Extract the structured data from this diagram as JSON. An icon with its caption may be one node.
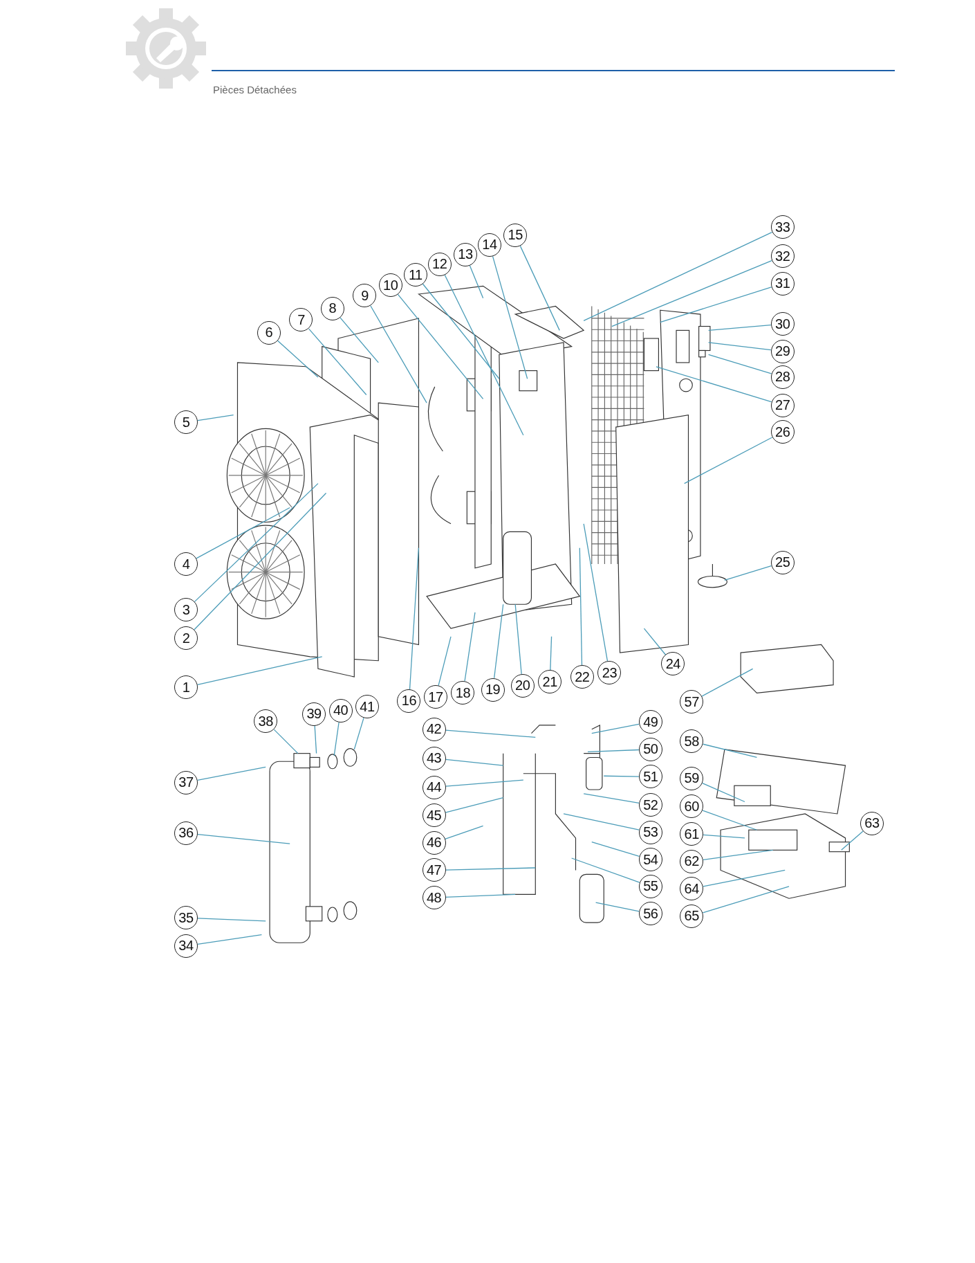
{
  "diagram": {
    "title": "Pièces Détachées",
    "nodes": [
      {
        "text": [
          "1"
        ]
      },
      {
        "text": [
          "2"
        ]
      },
      {
        "text": [
          "3"
        ]
      },
      {
        "text": [
          "4"
        ]
      },
      {
        "text": [
          "5"
        ]
      },
      {
        "text": [
          "6"
        ]
      },
      {
        "text": [
          "7"
        ]
      },
      {
        "text": [
          "8"
        ]
      },
      {
        "text": [
          "9"
        ]
      },
      {
        "text": [
          "10"
        ]
      },
      {
        "text": [
          "11"
        ]
      },
      {
        "text": [
          "12"
        ]
      },
      {
        "text": [
          "13"
        ]
      },
      {
        "text": [
          "14"
        ]
      },
      {
        "text": [
          "15"
        ]
      },
      {
        "text": [
          "16"
        ]
      },
      {
        "text": [
          "17"
        ]
      },
      {
        "text": [
          "18"
        ]
      },
      {
        "text": [
          "19"
        ]
      },
      {
        "text": [
          "20"
        ]
      },
      {
        "text": [
          "21"
        ]
      },
      {
        "text": [
          "22"
        ]
      },
      {
        "text": [
          "23"
        ]
      },
      {
        "text": [
          "24"
        ]
      },
      {
        "text": [
          "25"
        ]
      },
      {
        "text": [
          "26"
        ]
      },
      {
        "text": [
          "27"
        ]
      },
      {
        "text": [
          "28"
        ]
      },
      {
        "text": [
          "29"
        ]
      },
      {
        "text": [
          "30"
        ]
      },
      {
        "text": [
          "31"
        ]
      },
      {
        "text": [
          "32"
        ]
      },
      {
        "text": [
          "33"
        ]
      },
      {
        "text": [
          "34"
        ]
      },
      {
        "text": [
          "35"
        ]
      },
      {
        "text": [
          "36"
        ]
      },
      {
        "text": [
          "37"
        ]
      },
      {
        "text": [
          "38"
        ]
      },
      {
        "text": [
          "39"
        ]
      },
      {
        "text": [
          "40"
        ]
      },
      {
        "text": [
          "41"
        ]
      },
      {
        "text": [
          "42"
        ]
      },
      {
        "text": [
          "43"
        ]
      },
      {
        "text": [
          "44"
        ]
      },
      {
        "text": [
          "45"
        ]
      },
      {
        "text": [
          "46"
        ]
      },
      {
        "text": [
          "47"
        ]
      },
      {
        "text": [
          "48"
        ]
      },
      {
        "text": [
          "49"
        ]
      },
      {
        "text": [
          "50"
        ]
      },
      {
        "text": [
          "51"
        ]
      },
      {
        "text": [
          "52"
        ]
      },
      {
        "text": [
          "53"
        ]
      },
      {
        "text": [
          "54"
        ]
      },
      {
        "text": [
          "55"
        ]
      },
      {
        "text": [
          "56"
        ]
      },
      {
        "text": [
          "57"
        ]
      },
      {
        "text": [
          "58"
        ]
      },
      {
        "text": [
          "59"
        ]
      },
      {
        "text": [
          "60"
        ]
      },
      {
        "text": [
          "61"
        ]
      },
      {
        "text": [
          "62"
        ]
      },
      {
        "text": [
          "63"
        ]
      },
      {
        "text": [
          "64"
        ]
      },
      {
        "text": [
          "65"
        ]
      }
    ],
    "edges": [
      {
        "from": 0,
        "to": null,
        "arrow": "none"
      },
      {
        "from": 1,
        "to": null,
        "arrow": "none"
      },
      {
        "from": 2,
        "to": null,
        "arrow": "none"
      },
      {
        "from": 3,
        "to": null,
        "arrow": "none"
      },
      {
        "from": 4,
        "to": null,
        "arrow": "none"
      },
      {
        "from": 5,
        "to": null,
        "arrow": "none"
      },
      {
        "from": 6,
        "to": null,
        "arrow": "none"
      },
      {
        "from": 7,
        "to": null,
        "arrow": "none"
      },
      {
        "from": 8,
        "to": null,
        "arrow": "none"
      },
      {
        "from": 9,
        "to": null,
        "arrow": "none"
      },
      {
        "from": 10,
        "to": null,
        "arrow": "none"
      },
      {
        "from": 11,
        "to": null,
        "arrow": "none"
      },
      {
        "from": 12,
        "to": null,
        "arrow": "none"
      },
      {
        "from": 13,
        "to": null,
        "arrow": "none"
      },
      {
        "from": 14,
        "to": null,
        "arrow": "none"
      },
      {
        "from": 15,
        "to": null,
        "arrow": "none"
      },
      {
        "from": 16,
        "to": null,
        "arrow": "none"
      },
      {
        "from": 17,
        "to": null,
        "arrow": "none"
      },
      {
        "from": 18,
        "to": null,
        "arrow": "none"
      },
      {
        "from": 19,
        "to": null,
        "arrow": "none"
      },
      {
        "from": 20,
        "to": null,
        "arrow": "none"
      },
      {
        "from": 21,
        "to": null,
        "arrow": "none"
      },
      {
        "from": 22,
        "to": null,
        "arrow": "none"
      },
      {
        "from": 23,
        "to": null,
        "arrow": "none"
      },
      {
        "from": 24,
        "to": null,
        "arrow": "none"
      },
      {
        "from": 25,
        "to": null,
        "arrow": "none"
      },
      {
        "from": 26,
        "to": null,
        "arrow": "none"
      },
      {
        "from": 27,
        "to": null,
        "arrow": "none"
      },
      {
        "from": 28,
        "to": null,
        "arrow": "none"
      },
      {
        "from": 29,
        "to": null,
        "arrow": "none"
      },
      {
        "from": 30,
        "to": null,
        "arrow": "none"
      },
      {
        "from": 31,
        "to": null,
        "arrow": "none"
      },
      {
        "from": 32,
        "to": null,
        "arrow": "none"
      },
      {
        "from": 33,
        "to": null,
        "arrow": "none"
      },
      {
        "from": 34,
        "to": null,
        "arrow": "none"
      },
      {
        "from": 35,
        "to": null,
        "arrow": "none"
      },
      {
        "from": 36,
        "to": null,
        "arrow": "none"
      },
      {
        "from": 37,
        "to": null,
        "arrow": "none"
      },
      {
        "from": 38,
        "to": null,
        "arrow": "none"
      },
      {
        "from": 39,
        "to": null,
        "arrow": "none"
      },
      {
        "from": 40,
        "to": null,
        "arrow": "none"
      },
      {
        "from": 41,
        "to": null,
        "arrow": "none"
      },
      {
        "from": 42,
        "to": null,
        "arrow": "none"
      },
      {
        "from": 43,
        "to": null,
        "arrow": "none"
      },
      {
        "from": 44,
        "to": null,
        "arrow": "none"
      },
      {
        "from": 45,
        "to": null,
        "arrow": "none"
      },
      {
        "from": 46,
        "to": null,
        "arrow": "none"
      },
      {
        "from": 47,
        "to": null,
        "arrow": "none"
      },
      {
        "from": 48,
        "to": null,
        "arrow": "none"
      },
      {
        "from": 49,
        "to": null,
        "arrow": "none"
      },
      {
        "from": 50,
        "to": null,
        "arrow": "none"
      },
      {
        "from": 51,
        "to": null,
        "arrow": "none"
      },
      {
        "from": 52,
        "to": null,
        "arrow": "none"
      },
      {
        "from": 53,
        "to": null,
        "arrow": "none"
      },
      {
        "from": 54,
        "to": null,
        "arrow": "none"
      },
      {
        "from": 55,
        "to": null,
        "arrow": "none"
      },
      {
        "from": 56,
        "to": null,
        "arrow": "none"
      },
      {
        "from": 57,
        "to": null,
        "arrow": "none"
      },
      {
        "from": 58,
        "to": null,
        "arrow": "none"
      },
      {
        "from": 59,
        "to": null,
        "arrow": "none"
      },
      {
        "from": 60,
        "to": null,
        "arrow": "none"
      },
      {
        "from": 61,
        "to": null,
        "arrow": "none"
      },
      {
        "from": 62,
        "to": null,
        "arrow": "none"
      },
      {
        "from": 63,
        "to": null,
        "arrow": "none"
      },
      {
        "from": 64,
        "to": null,
        "arrow": "none"
      }
    ]
  }
}
